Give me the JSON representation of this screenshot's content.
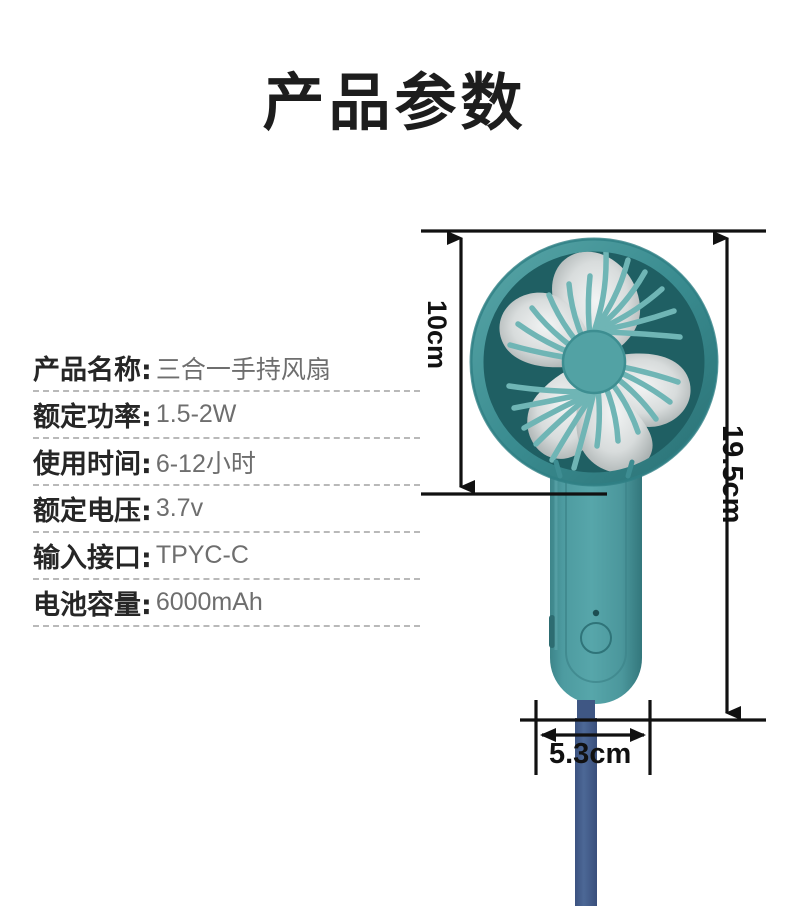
{
  "page": {
    "title": "产品参数",
    "background_color": "#ffffff"
  },
  "specifications": {
    "rows": [
      {
        "label": "产品名称:",
        "value": "三合一手持风扇"
      },
      {
        "label": "额定功率:",
        "value": "1.5-2W"
      },
      {
        "label": "使用时间:",
        "value": "6-12小时"
      },
      {
        "label": "额定电压:",
        "value": "3.7v"
      },
      {
        "label": "输入接口:",
        "value": "TPYC-C"
      },
      {
        "label": "电池容量:",
        "value": "6000mAh"
      }
    ]
  },
  "dimensions": {
    "head_height": "10cm",
    "total_height": "19.5cm",
    "width": "5.3cm"
  },
  "product": {
    "name": "handheld-fan",
    "colors": {
      "grille": "#6fb5b5",
      "grille_dark": "#1f5f63",
      "ring": "#3f9296",
      "body": "#4d9ba0",
      "body_dark": "#3c868b",
      "blade": "#e8eaea",
      "blade_shadow": "#b9bfbf",
      "strap": "#47608f",
      "dimension_line": "#111111"
    }
  }
}
